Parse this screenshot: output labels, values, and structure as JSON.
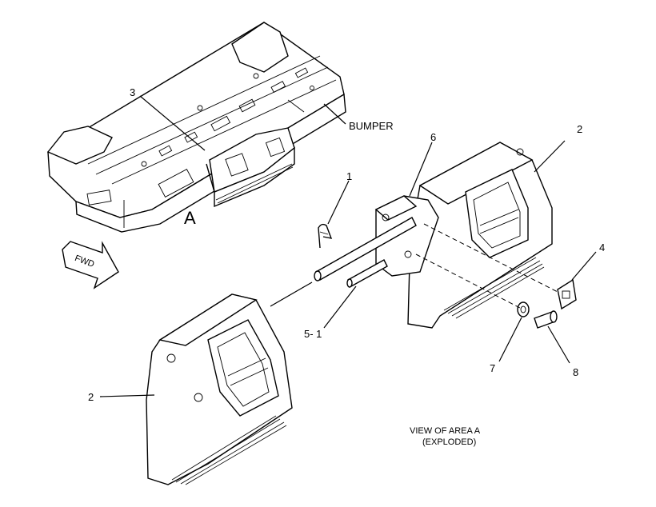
{
  "labels": {
    "bumper": "BUMPER",
    "area": "A",
    "fwd": "FWD",
    "view_line1": "VIEW OF AREA A",
    "view_line2": "(EXPLODED)"
  },
  "callouts": {
    "c1": "1",
    "c2_top": "2",
    "c2_left": "2",
    "c3": "3",
    "c4": "4",
    "c5_1": "5- 1",
    "c6": "6",
    "c7": "7",
    "c8": "8"
  }
}
